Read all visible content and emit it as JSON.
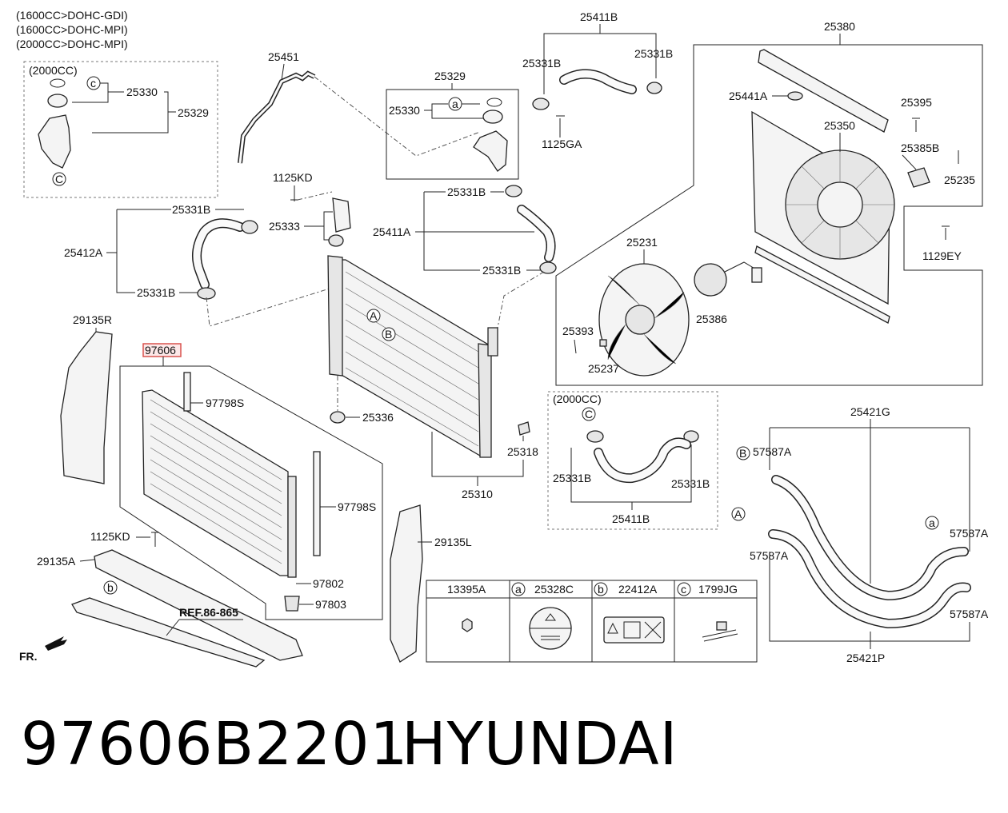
{
  "header_notes": [
    "(1600CC>DOHC-GDI)",
    "(1600CC>DOHC-MPI)",
    "(2000CC>DOHC-MPI)"
  ],
  "callouts": {
    "c2000_top": "(2000CC)",
    "c2000_mid": "(2000CC)",
    "p25451": "25451",
    "p25411B_top": "25411B",
    "p25380": "25380",
    "p25330_left": "25330",
    "p25329_left": "25329",
    "p25329_mid": "25329",
    "p25330_mid": "25330",
    "p25331B_a": "25331B",
    "p25331B_b": "25331B",
    "p1125GA": "1125GA",
    "p25441A": "25441A",
    "p25395": "25395",
    "p25350": "25350",
    "p25385B": "25385B",
    "p25235": "25235",
    "p1125KD_top": "1125KD",
    "p25331B_c": "25331B",
    "p25331B_d": "25331B",
    "p25333": "25333",
    "p25411A": "25411A",
    "p25412A": "25412A",
    "p25331B_e": "25331B",
    "p25331B_f": "25331B",
    "p25231": "25231",
    "p1129EY": "1129EY",
    "p25386": "25386",
    "p25393": "25393",
    "p25237": "25237",
    "p29135R": "29135R",
    "p97606": "97606",
    "p97798S_a": "97798S",
    "p25336": "25336",
    "p25318": "25318",
    "p25310": "25310",
    "p97798S_b": "97798S",
    "p25331B_g": "25331B",
    "p25331B_h": "25331B",
    "p25411B_bot": "25411B",
    "p25421G": "25421G",
    "p57587A_a": "57587A",
    "p57587A_b": "57587A",
    "p57587A_c": "57587A",
    "p57587A_d": "57587A",
    "p25421P": "25421P",
    "p1125KD_bot": "1125KD",
    "p29135A": "29135A",
    "p29135L": "29135L",
    "p97802": "97802",
    "p97803": "97803",
    "ref": "REF.86-865",
    "fr": "FR."
  },
  "markers": {
    "a": "a",
    "b": "b",
    "c": "c",
    "A": "A",
    "B": "B",
    "C": "C"
  },
  "legend_table": {
    "headers": [
      {
        "marker": "",
        "code": "13395A"
      },
      {
        "marker": "a",
        "code": "25328C"
      },
      {
        "marker": "b",
        "code": "22412A"
      },
      {
        "marker": "c",
        "code": "1799JG"
      }
    ]
  },
  "footer": {
    "part_number": "97606B2201",
    "brand": "HYUNDAI"
  },
  "colors": {
    "highlight": "#d9534f",
    "line": "#222222"
  }
}
